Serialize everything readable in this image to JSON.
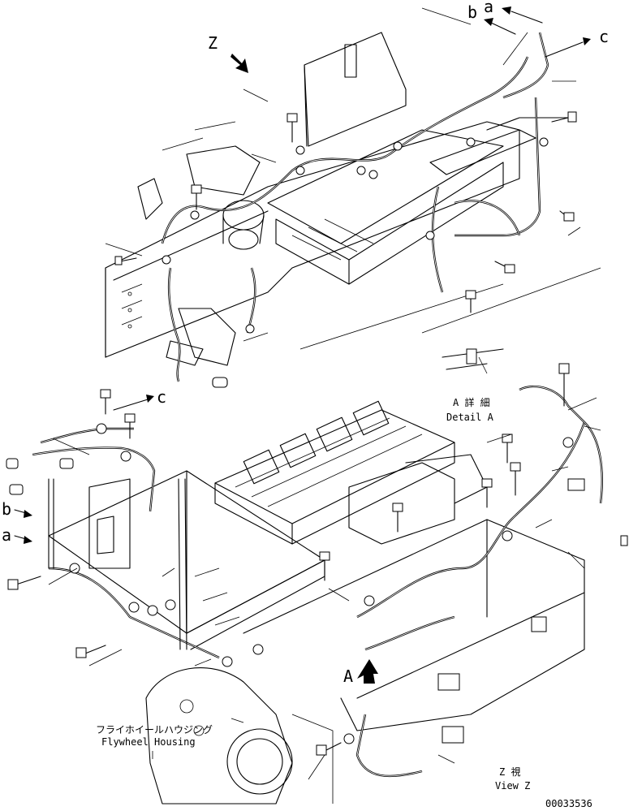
{
  "callouts": {
    "a_top": "a",
    "b_top": "b",
    "c_top": "c",
    "c_left": "c",
    "b_left": "b",
    "a_left": "a",
    "view_arrow_z": "Z",
    "detail_arrow_a": "A"
  },
  "detail": {
    "jp": "A 詳 細",
    "en": "Detail A"
  },
  "flywheel": {
    "jp": "フライホイールハウジング",
    "en": "Flywheel Housing"
  },
  "view": {
    "jp": "Z  視",
    "en": "View Z"
  },
  "drawing_number": "00033536"
}
